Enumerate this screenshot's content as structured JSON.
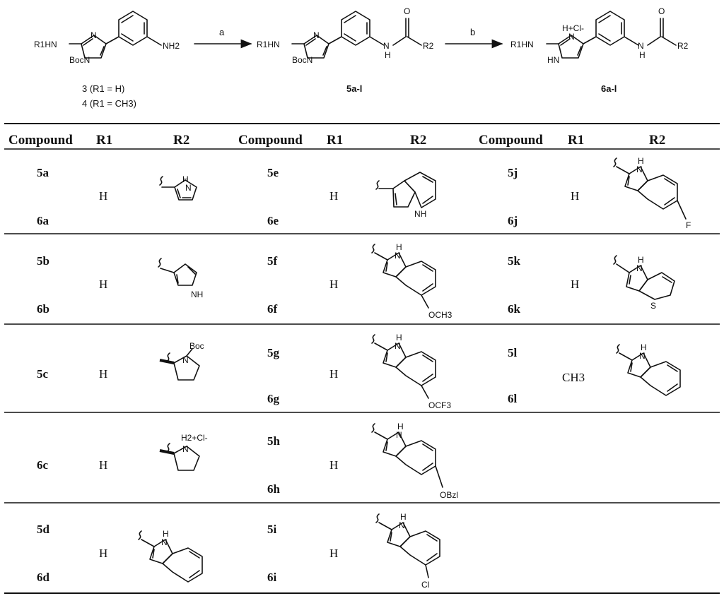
{
  "scheme": {
    "arrow_a": "a",
    "arrow_b": "b",
    "start_labels": [
      "3 (R1 = H)",
      "4 (R1 = CH3)"
    ],
    "intermediate_label": "5a-l",
    "product_label": "6a-l",
    "atoms": {
      "r1hn": "R1HN",
      "n": "N",
      "bocn": "BocN",
      "nh2": "NH2",
      "o": "O",
      "h": "H",
      "r2": "R2",
      "hcl": "H+Cl-",
      "hn": "HN"
    }
  },
  "table": {
    "headers": [
      "Compound",
      "R1",
      "R2",
      "Compound",
      "R1",
      "R2",
      "Compound",
      "R1",
      "R2"
    ],
    "rows": [
      {
        "col1": [
          "5a",
          "6a"
        ],
        "r1a": "H",
        "r2a": "pyrrol-2-yl",
        "col2": [
          "5e",
          "6e"
        ],
        "r1b": "H",
        "r2b": "indol-3-yl",
        "col3": [
          "5j",
          "6j"
        ],
        "r1c": "H",
        "r2c": "5-fluoroindol-2-yl"
      },
      {
        "col1": [
          "5b",
          "6b"
        ],
        "r1a": "H",
        "r2a": "pyrrol-3-yl",
        "col2": [
          "5f",
          "6f"
        ],
        "r1b": "H",
        "r2b": "5-methoxyindol-2-yl",
        "col3": [
          "5k",
          "6k"
        ],
        "r1c": "H",
        "r2c": "thienopyrrol-5-yl"
      },
      {
        "col1": [
          "5c"
        ],
        "r1a": "H",
        "r2a": "N-Boc-pyrrolidin-2-yl",
        "col2": [
          "5g",
          "6g"
        ],
        "r1b": "H",
        "r2b": "5-trifluoromethoxyindol-2-yl",
        "col3": [
          "5l",
          "6l"
        ],
        "r1c": "CH3",
        "r2c": "indol-2-yl"
      },
      {
        "col1": [
          "6c"
        ],
        "r1a": "H",
        "r2a": "pyrrolidinium-2-yl",
        "col2": [
          "5h",
          "6h"
        ],
        "r1b": "H",
        "r2b": "5-benzyloxyindol-2-yl"
      },
      {
        "col1": [
          "5d",
          "6d"
        ],
        "r1a": "H",
        "r2a": "indol-2-yl",
        "col2": [
          "5i",
          "6i"
        ],
        "r1b": "H",
        "r2b": "5-chloroindol-2-yl"
      }
    ],
    "substituent_text": {
      "nh": "NH",
      "h": "H",
      "n": "N",
      "f": "F",
      "s": "S",
      "cl": "Cl",
      "och3": "OCH3",
      "ocf3": "OCF3",
      "obzl": "OBzl",
      "boc": "Boc",
      "h2cl": "H2+Cl-"
    }
  }
}
